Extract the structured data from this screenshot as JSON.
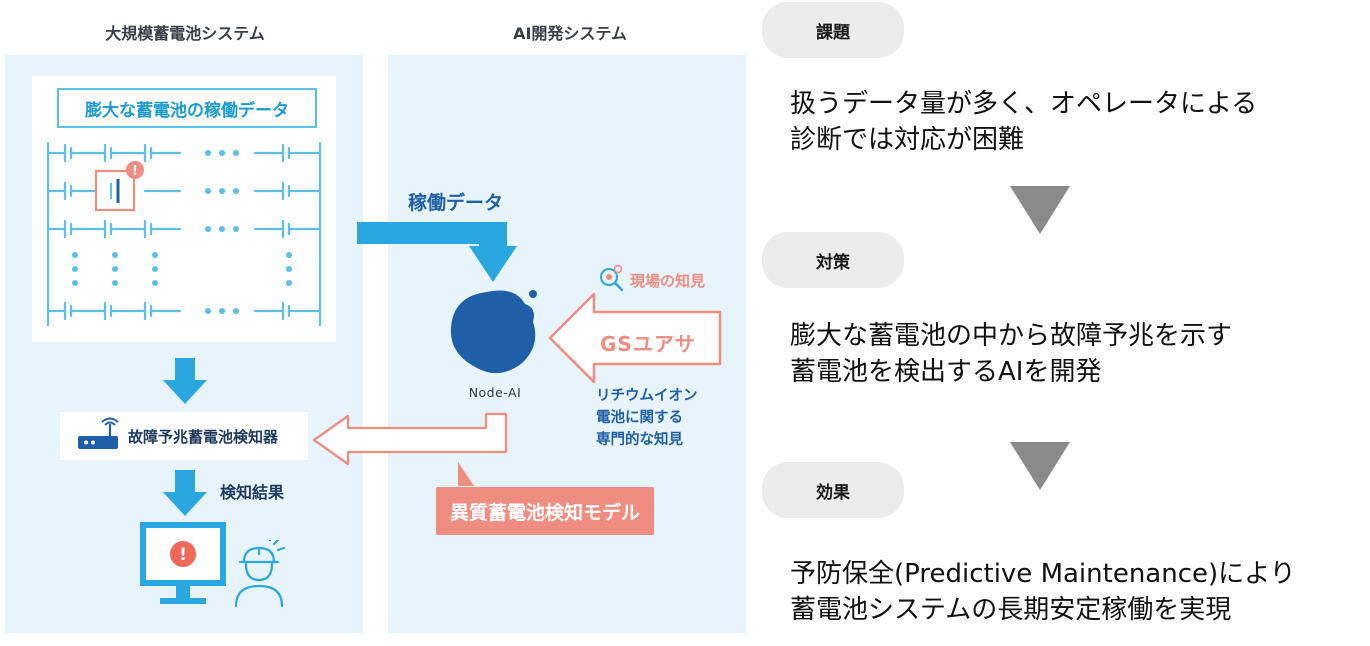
{
  "left_panel": {
    "title": "大規模蓄電池システム",
    "data_label": "膨大な蓄電池の稼働データ",
    "detector_label": "故障予兆蓄電池検知器",
    "result_label": "検知結果"
  },
  "center_panel": {
    "title": "AI開発システム",
    "data_flow_label": "稼働データ",
    "node_ai_label": "Node-AI",
    "model_label": "異質蓄電池検知モデル",
    "knowledge_title": "現場の知見",
    "company_label": "GSユアサ",
    "knowledge_lines": [
      "リチウムイオン",
      "電池に関する",
      "専門的な知見"
    ]
  },
  "right_panel": {
    "challenge": {
      "badge": "課題",
      "lines": [
        "扱うデータ量が多く、オペレータによる",
        "診断では対応が困難"
      ]
    },
    "measure": {
      "badge": "対策",
      "lines": [
        "膨大な蓄電池の中から故障予兆を示す",
        "蓄電池を検出するAIを開発"
      ]
    },
    "effect": {
      "badge": "効果",
      "lines": [
        "予防保全(Predictive Maintenance)により",
        "蓄電池システムの長期安定稼働を実現"
      ]
    }
  },
  "colors": {
    "panel_bg": "#e8f4fb",
    "accent_blue": "#1d9bd1",
    "light_blue": "#5dbfe6",
    "node_ai_blue": "#1f5fa8",
    "salmon": "#ef8d80",
    "arrow_gray": "#8a8a8a",
    "pill_gray": "#ececec"
  }
}
